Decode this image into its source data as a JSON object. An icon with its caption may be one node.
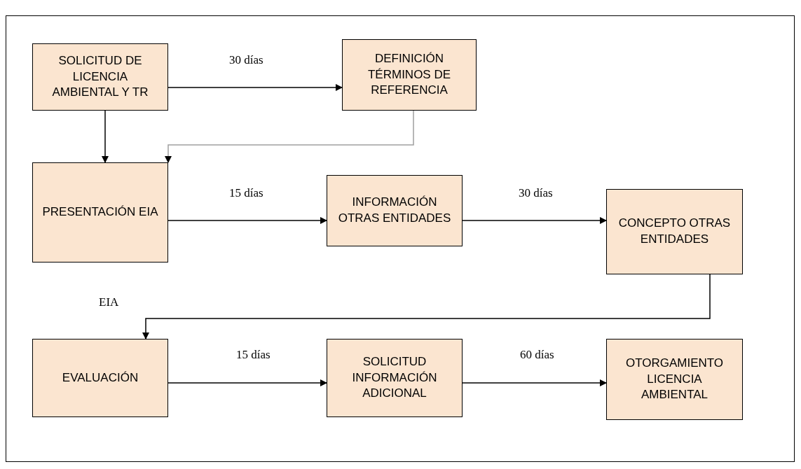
{
  "diagram": {
    "nodes": [
      {
        "text": [
          "SOLICITUD DE LICENCIA AMBIENTAL Y TR"
        ]
      },
      {
        "text": [
          "DEFINICIÓN TÉRMINOS DE REFERENCIA"
        ]
      },
      {
        "text": [
          "PRESENTACIÓN EIA"
        ]
      },
      {
        "text": [
          "INFORMACIÓN OTRAS ENTIDADES"
        ]
      },
      {
        "text": [
          "CONCEPTO OTRAS ENTIDADES"
        ]
      },
      {
        "text": [
          "EVALUACIÓN"
        ]
      },
      {
        "text": [
          "SOLICITUD INFORMACIÓN ADICIONAL"
        ]
      },
      {
        "text": [
          "OTORGAMIENTO LICENCIA AMBIENTAL"
        ]
      }
    ],
    "edges": [
      {
        "from": 0,
        "to": 1,
        "arrow": "to",
        "label": "30 días"
      },
      {
        "from": 0,
        "to": 2,
        "arrow": "to"
      },
      {
        "from": 1,
        "to": 2,
        "arrow": "to",
        "color": "#a0a0a0"
      },
      {
        "from": 2,
        "to": 3,
        "arrow": "to",
        "label": "15 días"
      },
      {
        "from": 3,
        "to": 4,
        "arrow": "to",
        "label": "30 días"
      },
      {
        "from": 4,
        "to": 5,
        "arrow": "to",
        "label": "EIA"
      },
      {
        "from": 5,
        "to": 6,
        "arrow": "to",
        "label": "15 días"
      },
      {
        "from": 6,
        "to": 7,
        "arrow": "to",
        "label": "60 días"
      }
    ]
  }
}
